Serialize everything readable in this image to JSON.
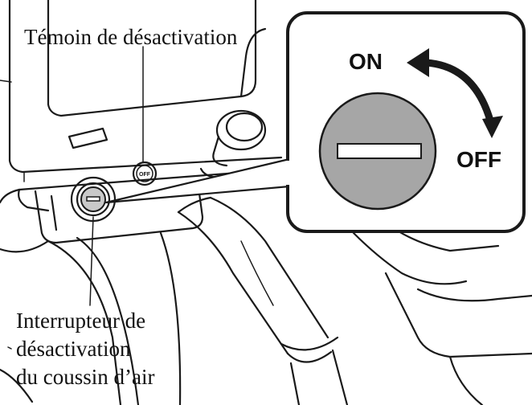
{
  "labels": {
    "indicator": "Témoin de désactivation",
    "switch_line1": "Interrupteur de",
    "switch_line2": "désactivation",
    "switch_line3": "du coussin d’air",
    "on": "ON",
    "off": "OFF",
    "indicator_lamp": "OFF"
  },
  "colors": {
    "switch_face": "#a6a6a6",
    "ink": "#1a1a1a",
    "background": "#ffffff"
  },
  "icons": {
    "rotation_arrow": "curved-double-arrow-icon",
    "key_slot": "key-slot-icon"
  }
}
